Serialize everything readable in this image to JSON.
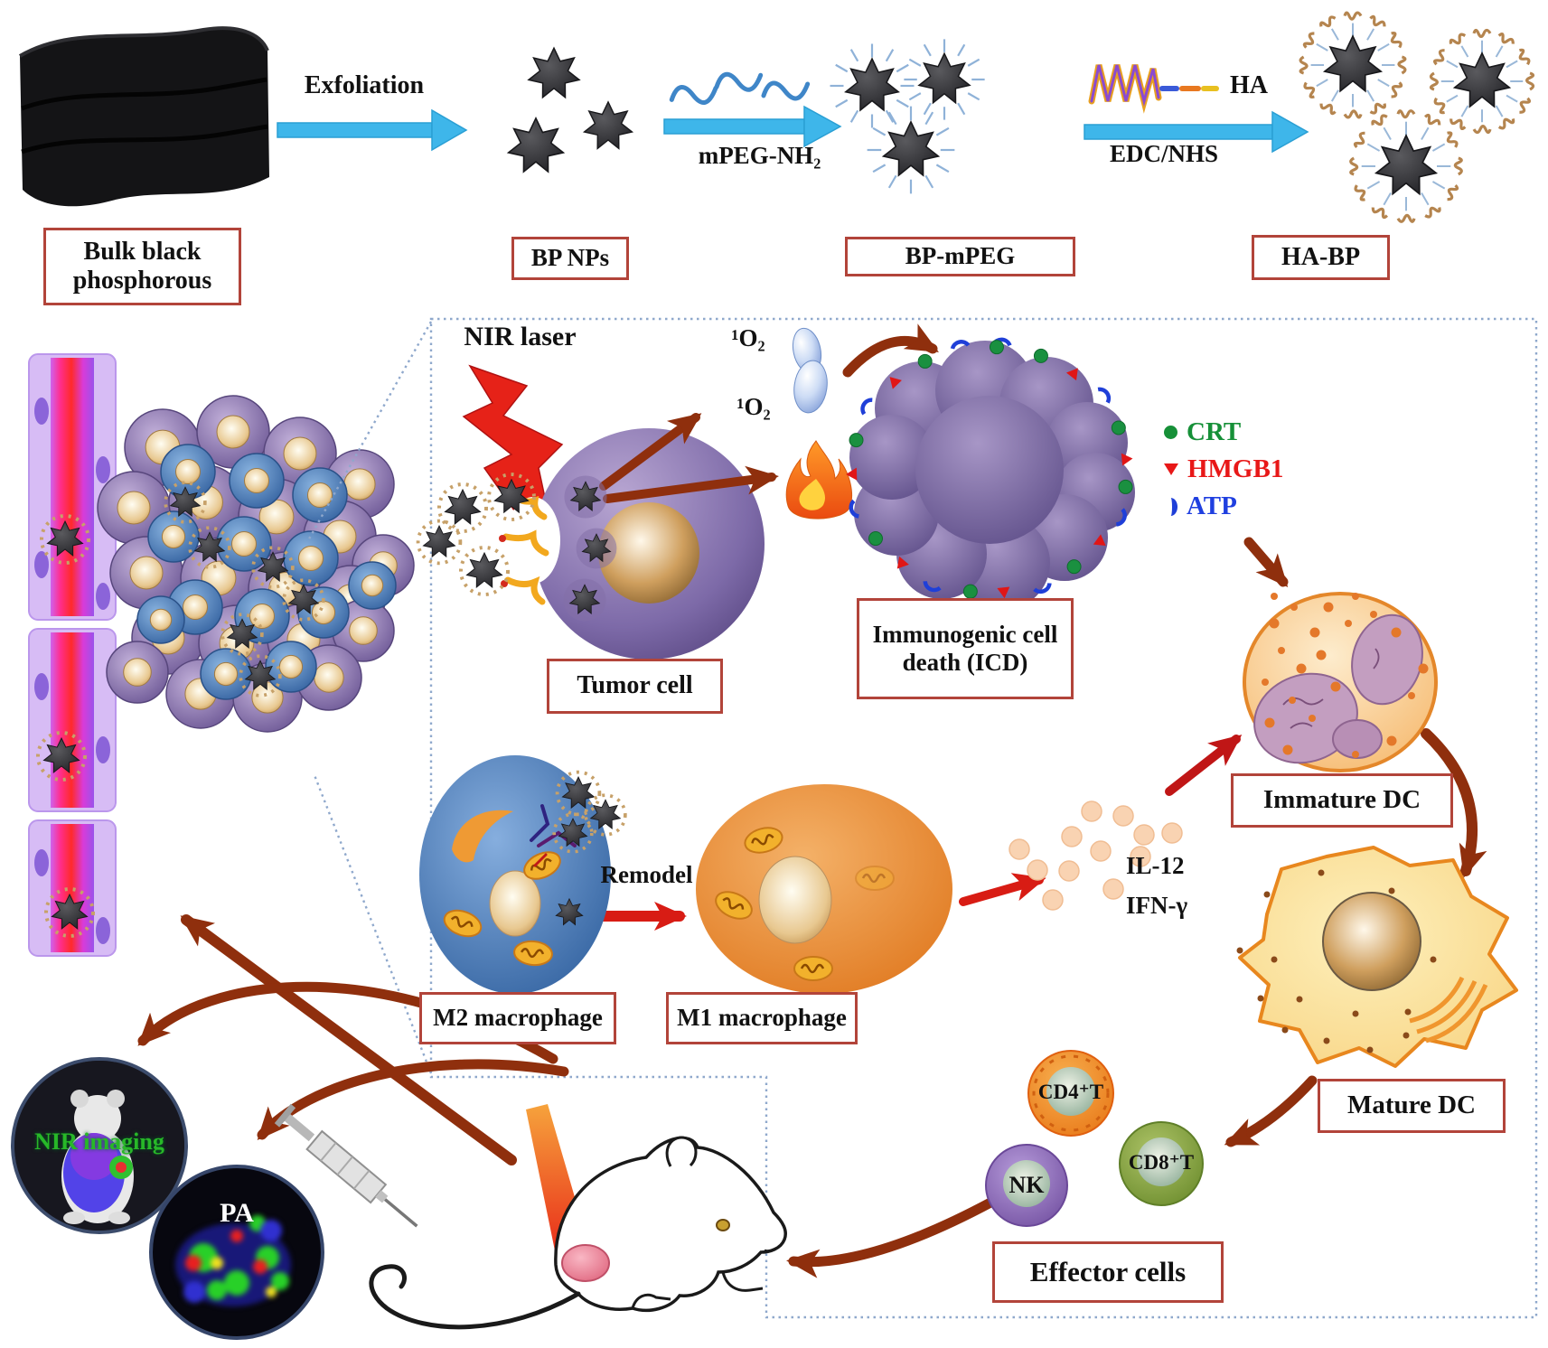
{
  "synthesis": {
    "bulk_label": "Bulk black\nphosphorous",
    "exfoliation": "Exfoliation",
    "bp_nps": "BP NPs",
    "mpeg_arrow": "mPEG-NH₂",
    "bp_mpeg": "BP-mPEG",
    "ha_tag": "HA",
    "edc_arrow": "EDC/NHS",
    "ha_bp": "HA-BP"
  },
  "tme": {
    "nir_laser": "NIR laser",
    "o2_a": "¹O₂",
    "o2_b": "¹O₂",
    "tumor_cell": "Tumor cell",
    "icd": "Immunogenic cell\ndeath (ICD)",
    "legend": [
      {
        "label": "CRT",
        "marker": "green-dot",
        "color": "#169038"
      },
      {
        "label": "HMGB1",
        "marker": "red-triangle",
        "color": "#e81818"
      },
      {
        "label": "ATP",
        "marker": "blue-crescent",
        "color": "#1f3fe0"
      }
    ],
    "immature_dc": "Immature DC",
    "mature_dc": "Mature DC",
    "m2": "M2 macrophage",
    "remodel": "Remodel",
    "m1": "M1 macrophage",
    "il12": "IL-12",
    "ifng": "IFN-γ",
    "cd4": "CD4⁺T",
    "cd8": "CD8⁺T",
    "nk": "NK",
    "effector": "Effector cells"
  },
  "imaging": {
    "nir": "NIR imaging",
    "pa": "PA"
  },
  "colors": {
    "box_border": "#b2443a",
    "blue_arrow": "#3eb6ea",
    "dark_red_arrow": "#8f2f0d",
    "bright_red_arrow": "#d81c14",
    "crt_green": "#169038",
    "hmgb1_red": "#e81818",
    "atp_blue": "#1f3fe0",
    "nir_text_green": "#28b828"
  },
  "icons": [
    "bp-sheet-icon",
    "star-nanoparticle-icon",
    "polymer-squiggle-icon",
    "ha-coil-icon",
    "blue-arrow-icon",
    "lightning-bolt-icon",
    "oxygen-bubble-icon",
    "fire-icon",
    "blood-vessel-icon",
    "tumor-mass-icon",
    "dashed-callout-box",
    "green-dot-crt-marker",
    "red-triangle-hmgb1-marker",
    "blue-crescent-atp-marker",
    "dendritic-cell-icon",
    "macrophage-icon",
    "mitochondria-icon",
    "cytokine-dots-icon",
    "t-cell-icon",
    "nk-cell-icon",
    "mouse-icon",
    "laser-beam-icon",
    "syringe-icon",
    "nir-imaging-photo",
    "pa-imaging-photo",
    "curved-arrow-icon"
  ]
}
